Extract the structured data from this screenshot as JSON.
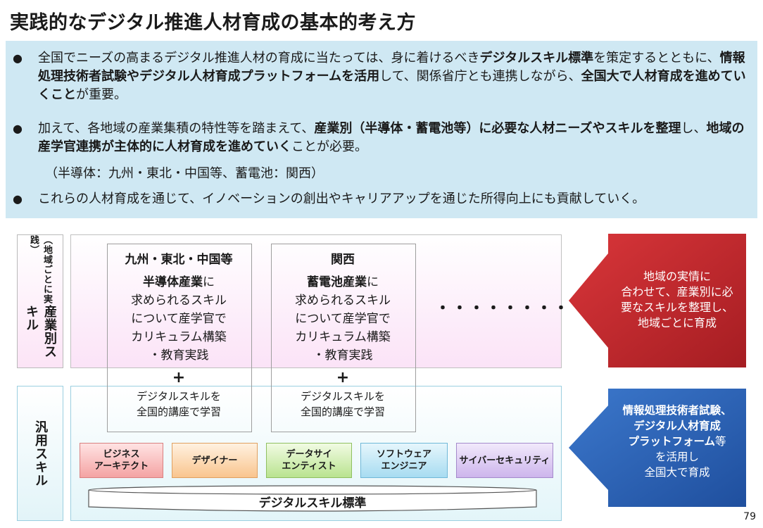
{
  "title": "実践的なデジタル推進人材育成の基本的考え方",
  "summary": {
    "bullet1": {
      "t1": "全国でニーズの高まるデジタル推進人材の育成に当たっては、身に着けるべき",
      "t2": "デジタルスキル標準",
      "t3": "を策定するとともに、",
      "t4": "情報処理技術者試験やデジタル人材育成プラットフォームを活用",
      "t5": "して、関係省庁とも連携しながら、",
      "t6": "全国大で人材育成を進めていくこと",
      "t7": "が重要。"
    },
    "bullet2": {
      "t1": "加えて、各地域の産業集積の特性等を踏まえて、",
      "t2": "産業別（半導体・蓄電池等）に必要な人材ニーズやスキルを整理",
      "t3": "し、",
      "t4": "地域の産学官連携が主体的に人材育成を進めていく",
      "t5": "ことが必要。"
    },
    "note": "（半導体：九州・東北・中国等、蓄電池：関西）",
    "bullet3": "これらの人材育成を通じて、イノベーションの創出やキャリアアップを通じた所得向上にも貢献していく。"
  },
  "diagram": {
    "label_top_main": "産業別スキル",
    "label_top_sub": "（地域ごとに実践）",
    "label_bottom": "汎用スキル",
    "regions": [
      {
        "head": "九州・東北・中国等",
        "industry": "半導体産業",
        "rest": [
          "に",
          "求められるスキル",
          "について産学官で",
          "カリキュラム構築",
          "・教育実践"
        ],
        "plus": "+",
        "lower": [
          "デジタルスキルを",
          "全国的講座で学習"
        ]
      },
      {
        "head": "関西",
        "industry": "蓄電池産業",
        "rest": [
          "に",
          "求められるスキル",
          "について産学官で",
          "カリキュラム構築",
          "・教育実践"
        ],
        "plus": "+",
        "lower": [
          "デジタルスキルを",
          "全国的講座で学習"
        ]
      }
    ],
    "dots": "・・・・・・・・・",
    "roles": [
      [
        "ビジネス",
        "アーキテクト"
      ],
      [
        "デザイナー"
      ],
      [
        "データサイ",
        "エンティスト"
      ],
      [
        "ソフトウェア",
        "エンジニア"
      ],
      [
        "サイバーセキュリティ"
      ]
    ],
    "standard": "デジタルスキル標準",
    "arrow_red": [
      "地域の実情に",
      "合わせて、産業別に必",
      "要なスキルを整理し、",
      "地域ごとに育成"
    ],
    "arrow_blue": {
      "bold": [
        "情報処理技術者試験、",
        "デジタル人材育成",
        "プラットフォーム"
      ],
      "bold_tail": "等",
      "rest": [
        "を活用し",
        "全国大で育成"
      ]
    },
    "colors": {
      "summary_bg": "#cfe8f3",
      "arrow_red": "#c8262b",
      "arrow_blue": "#2d63b8"
    }
  },
  "page_number": "79"
}
